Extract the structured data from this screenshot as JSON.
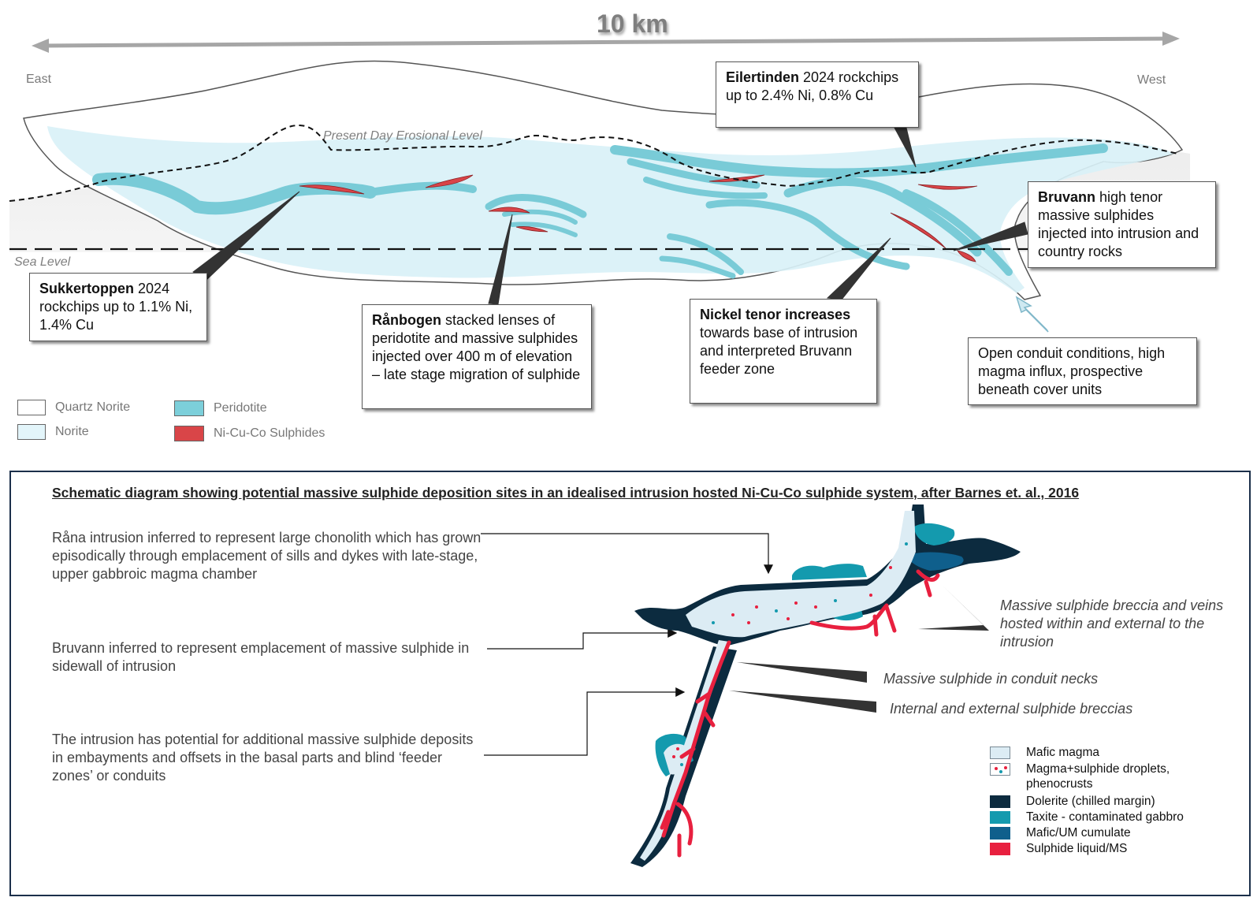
{
  "top": {
    "scale": "10 km",
    "east": "East",
    "west": "West",
    "erosional_level": "Present Day Erosional Level",
    "sea_level": "Sea Level",
    "callouts": {
      "eilertinden": {
        "name": "Eilertinden",
        "text": " 2024 rockchips up to 2.4% Ni, 0.8% Cu"
      },
      "bruvann": {
        "name": "Bruvann",
        "text": " high tenor massive sulphides injected into intrusion and country rocks"
      },
      "sukkertoppen": {
        "name": "Sukkertoppen",
        "text": " 2024 rockchips up to 1.1% Ni, 1.4% Cu"
      },
      "ranbogen": {
        "name": "Rånbogen",
        "text": " stacked lenses of peridotite and massive sulphides injected over 400 m of elevation – late stage migration of sulphide"
      },
      "nickel": {
        "name": "Nickel tenor increases",
        "text": " towards base of intrusion and interpreted Bruvann feeder zone"
      },
      "conduit": {
        "text": "Open conduit conditions, high magma influx, prospective beneath cover units"
      }
    },
    "legend": [
      {
        "label": "Quartz Norite",
        "color": "#ffffff"
      },
      {
        "label": "Norite",
        "color": "#e3f5fa"
      },
      {
        "label": "Peridotite",
        "color": "#7ccfda"
      },
      {
        "label": "Ni-Cu-Co Sulphides",
        "color": "#d94548"
      }
    ]
  },
  "bottom": {
    "title": "Schematic diagram showing potential massive sulphide deposition sites in an idealised intrusion hosted Ni-Cu-Co sulphide system, after Barnes et. al., 2016",
    "notes": [
      "Råna intrusion inferred to represent large chonolith which has grown episodically through emplacement of sills and dykes with late-stage, upper gabbroic magma chamber",
      "Bruvann inferred to represent emplacement of massive sulphide in sidewall of intrusion",
      "The intrusion has potential for additional massive sulphide deposits in embayments and offsets in the basal parts and blind ‘feeder zones’ or conduits"
    ],
    "italic_notes": [
      "Massive sulphide breccia and veins hosted within and external to the intrusion",
      "Massive sulphide in conduit necks",
      "Internal and external sulphide breccias"
    ],
    "legend": [
      {
        "label": "Mafic magma",
        "color": "#dcecf4"
      },
      {
        "label": "Magma+sulphide droplets, phenocrusts",
        "color": "#ffffff"
      },
      {
        "label": "Dolerite (chilled margin)",
        "color": "#0c2b3f"
      },
      {
        "label": "Taxite - contaminated gabbro",
        "color": "#149aae"
      },
      {
        "label": "Mafic/UM cumulate",
        "color": "#0f5f8c"
      },
      {
        "label": "Sulphide liquid/MS",
        "color": "#e8203f"
      }
    ]
  }
}
